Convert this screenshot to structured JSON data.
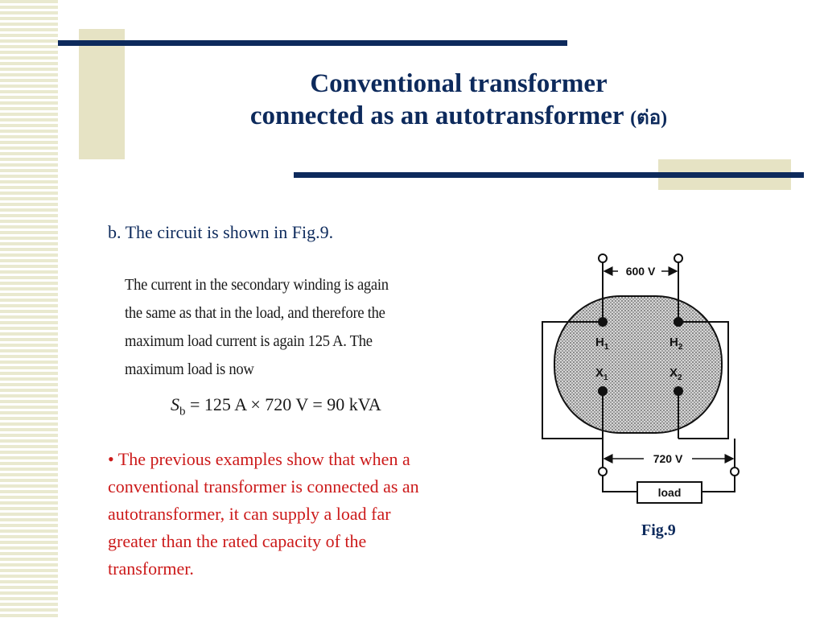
{
  "slide": {
    "title_line1": "Conventional transformer",
    "title_line2_main": "connected as an autotransformer",
    "title_line2_suffix": "(ต่อ)",
    "intro": "b. The circuit is shown in Fig.9.",
    "scanned_text": [
      "The current in the secondary winding is again",
      "the same as that in the load, and therefore the",
      "maximum load current is again 125 A. The",
      "maximum load is now"
    ],
    "equation": {
      "symbol": "S",
      "subscript": "b",
      "rest": " = 125 A × 720 V = 90 kVA"
    },
    "bullet_lines": [
      "• The previous examples show that when a",
      "conventional transformer is connected as an",
      "autotransformer, it can supply a load far",
      "greater than the rated capacity of the",
      "transformer."
    ],
    "figure_caption": "Fig.9"
  },
  "figure": {
    "top_voltage": "600 V",
    "bottom_voltage": "720 V",
    "load_label": "load",
    "terminals": {
      "h1": "H",
      "h1_sub": "1",
      "h2": "H",
      "h2_sub": "2",
      "x1": "X",
      "x1_sub": "1",
      "x2": "X",
      "x2_sub": "2"
    }
  },
  "colors": {
    "navy": "#0d2a5c",
    "beige": "#e6e3c4",
    "bullet_red": "#cc1a1a"
  }
}
